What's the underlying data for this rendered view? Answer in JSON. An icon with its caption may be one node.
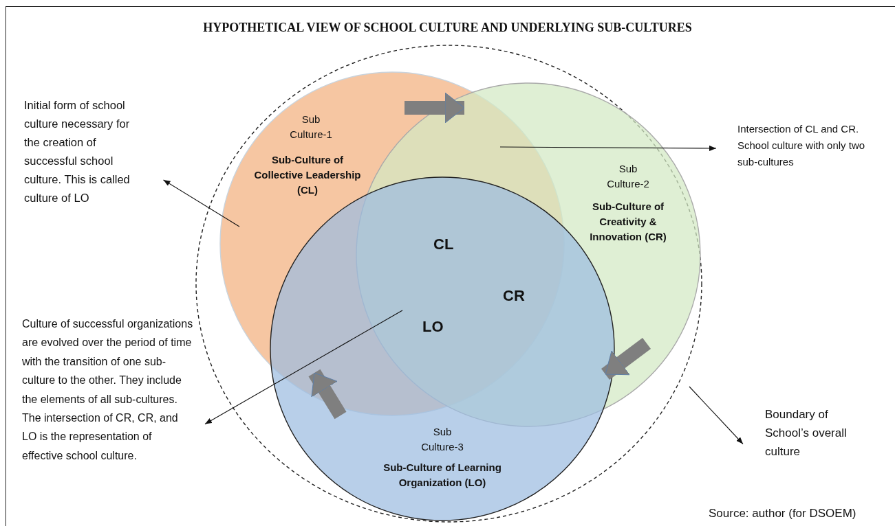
{
  "diagram": {
    "title": "HYPOTHETICAL VIEW OF SCHOOL CULTURE AND UNDERLYING SUB-CULTURES",
    "nodes": [
      {
        "text": [],
        "shape": "circle"
      },
      {
        "text": [
          "Sub Culture-1",
          "Sub-Culture of Collective Leadership (CL)"
        ],
        "in": 0
      },
      {
        "text": [
          "Sub Culture-2",
          "Sub-Culture of Creativity & Innovation (CR)"
        ],
        "in": 0
      },
      {
        "text": [
          "Sub Culture-3",
          "Sub-Culture of Learning Organization (LO)"
        ],
        "in": 0
      },
      {
        "text": [
          "Initial form of school culture necessary for the creation of successful school culture. This is called culture of LO"
        ]
      },
      {
        "text": [
          "Intersection of CL and CR. School culture with only two sub-cultures"
        ]
      },
      {
        "text": [
          "Culture of successful organizations are evolved over the period of time with the transition of one sub-culture to the other. They include the elements of all sub-cultures. The intersection of CR, CR, and LO is the representation of effective school culture."
        ]
      },
      {
        "text": [
          "Boundary of School’s overall culture"
        ]
      }
    ],
    "edges": [
      {
        "from": 1,
        "to": 2,
        "arrow": "to",
        "style": "thick",
        "color": "#7f7f7f"
      },
      {
        "from": 2,
        "to": 3,
        "arrow": "to",
        "style": "thick",
        "color": "#7f7f7f"
      },
      {
        "from": 3,
        "to": 1,
        "arrow": "to",
        "style": "thick",
        "color": "#7f7f7f"
      },
      {
        "from": 1,
        "to": 4,
        "arrow": "to"
      },
      {
        "from": 1,
        "to": 5,
        "arrow": "to"
      },
      {
        "from": 1,
        "to": 6,
        "arrow": "to"
      },
      {
        "from": 0,
        "to": 7,
        "arrow": "to"
      }
    ],
    "labels": [
      "CL",
      "CR",
      "LO",
      "Source: author (for DSOEM)"
    ]
  }
}
